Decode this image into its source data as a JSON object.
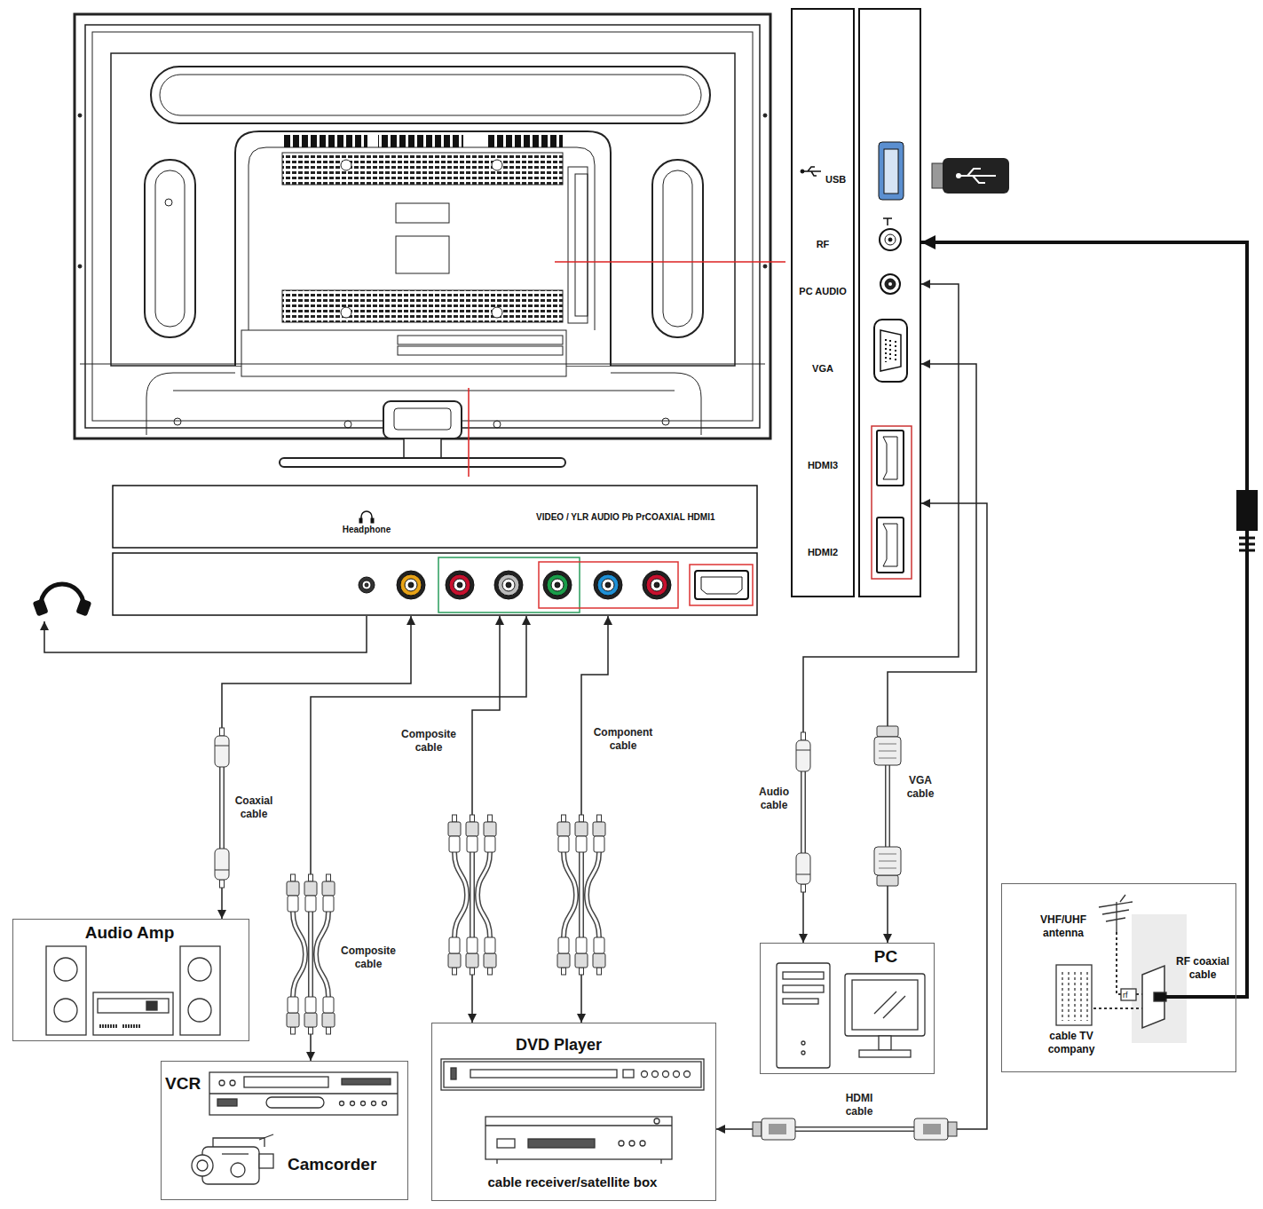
{
  "diagram": {
    "nodes": [
      {
        "text": [
          "USB",
          "RF",
          "PC AUDIO",
          "VGA",
          "HDMI3",
          "HDMI2"
        ]
      },
      {
        "text": [
          "Headphone",
          "VIDEO / YLR AUDIO Pb PrCOAXIAL HDMI1"
        ]
      },
      {
        "text": [
          "VHF/UHF antenna",
          "cable TV company",
          "RF coaxial cable"
        ]
      },
      {
        "text": [
          "Audio Amp"
        ]
      },
      {
        "text": [
          "PC"
        ]
      },
      {
        "text": [
          "DVD Player",
          "cable receiver/satellite box"
        ]
      },
      {
        "text": [
          "VCR",
          "Camcorder"
        ]
      }
    ],
    "edges": [
      {
        "from": 1,
        "to": 3,
        "arrow": "both",
        "label": "Coaxial cable"
      },
      {
        "from": 1,
        "to": 6,
        "arrow": "both",
        "label": "Composite cable"
      },
      {
        "from": 1,
        "to": 5,
        "arrow": "both",
        "label": "Composite cable"
      },
      {
        "from": 1,
        "to": 5,
        "arrow": "both",
        "label": "Component cable"
      },
      {
        "from": 0,
        "to": 4,
        "arrow": "both",
        "label": "Audio cable"
      },
      {
        "from": 0,
        "to": 4,
        "arrow": "both",
        "label": "VGA cable"
      },
      {
        "from": 0,
        "to": 5,
        "arrow": "both",
        "label": "HDMI cable"
      },
      {
        "from": 2,
        "to": 0,
        "arrow": "to"
      }
    ],
    "labels": [
      "rf"
    ]
  }
}
